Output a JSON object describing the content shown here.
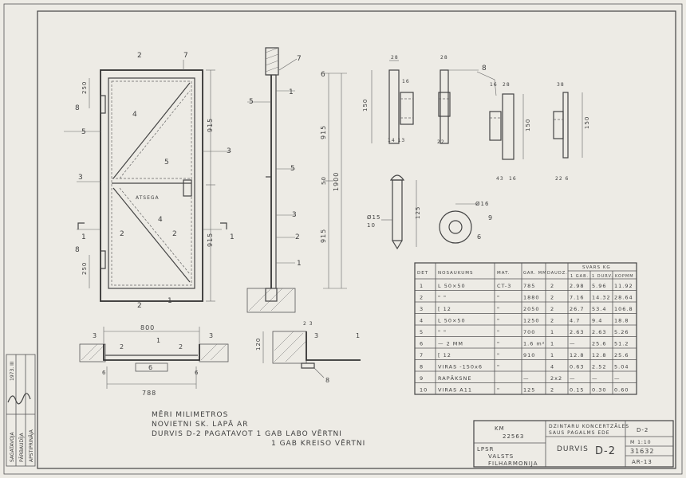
{
  "notes": {
    "line1": "MĒRI MILIMETROS",
    "line2": "NOVIETNI SK. LAPĀ AR",
    "line3a": "DURVIS D-2  PAGATAVOT  1 GAB  LABO VĒRTNI",
    "line3b": "1 GAB  KREISO VĒRTNI"
  },
  "titleblock": {
    "km": "KM",
    "code": "22563",
    "org1": "LPSR",
    "org2": "VALSTS",
    "org3": "FILHARMONIJA",
    "desc1": "DZINTARU KONCERTZĀLES",
    "desc2": "SAUS PAGALMS EDE",
    "name": "DURVIS",
    "name_code": "D-2",
    "sheet": "D-2",
    "scale": "M 1:10",
    "number": "31632",
    "sheet_no": "AR-13"
  },
  "left_stamp": [
    "SAGATAVOJA",
    "PĀRBAUDĪJA",
    "APSTIPRINĀJA"
  ],
  "left_stamp_year": "1973. III",
  "table": {
    "headers": [
      "DET",
      "NOSAUKUMS",
      "MAT.",
      "GAR. MM",
      "DAUDZ.",
      "SVARS KG",
      "1 GAB.",
      "1 DURV.",
      "KOPMM"
    ],
    "rows": [
      [
        "1",
        "L 50×50",
        "CT-3",
        "785",
        "2",
        "2.98",
        "5.96",
        "11.92"
      ],
      [
        "2",
        "\"   \"",
        "\"",
        "1880",
        "2",
        "7.16",
        "14.32",
        "28.64"
      ],
      [
        "3",
        "[ 12",
        "\"",
        "2050",
        "2",
        "26.7",
        "53.4",
        "106.8"
      ],
      [
        "4",
        "L 50×50",
        "\"",
        "1250",
        "2",
        "4.7",
        "9.4",
        "18.8"
      ],
      [
        "5",
        "\"   \"",
        "\"",
        "700",
        "1",
        "2.63",
        "2.63",
        "5.26"
      ],
      [
        "6",
        "— 2 MM",
        "\"",
        "1.6 m²",
        "1",
        "—",
        "25.6",
        "51.2"
      ],
      [
        "7",
        "[ 12",
        "\"",
        "910",
        "1",
        "12.8",
        "12.8",
        "25.6"
      ],
      [
        "8",
        "VIRAS -150x6",
        "\"",
        "",
        "4",
        "0.63",
        "2.52",
        "5.04"
      ],
      [
        "9",
        "RAPĀKSNE",
        "",
        "—",
        "2x2",
        "—",
        "—",
        "—"
      ],
      [
        "10",
        "VIRAS A11",
        "\"",
        "125",
        "2",
        "0.15",
        "0.30",
        "0.60"
      ]
    ]
  },
  "labels": {
    "dim_800": "800",
    "dim_788": "788",
    "dim_915a": "915",
    "dim_915b": "915",
    "dim_1900": "1900",
    "dim_50": "50",
    "atsega": "ATSEGA",
    "dim_150a": "150",
    "dim_150b": "150",
    "dim_120": "120",
    "dim_125": "125",
    "dim_28": "28",
    "dim_250a": "250",
    "dim_250b": "250",
    "d_phi16": "Ø16",
    "d_phi15": "Ø15",
    "d_10": "10",
    "d_9": "9",
    "d_6": "6",
    "d_8": "8"
  }
}
